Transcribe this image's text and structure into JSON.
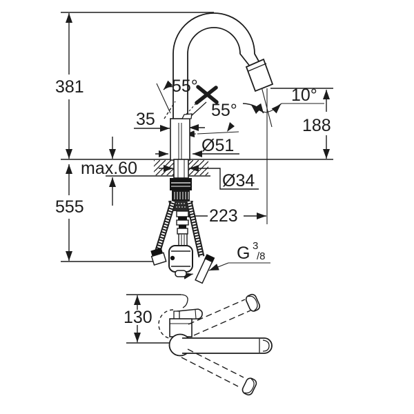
{
  "drawing": {
    "background_color": "#ffffff",
    "line_color": "#1c1c1c",
    "labels": {
      "total_height": "381",
      "under_counter_height": "555",
      "counter_thickness": "max.60",
      "body_width": "35",
      "angle_top": "55°",
      "angle_side": "55°",
      "spray_angle": "10°",
      "spout_outlet_height": "188",
      "base_diameter": "Ø51",
      "hole_diameter": "Ø34",
      "hose_length": "223",
      "thread_g": "G",
      "thread_numerator": "3",
      "thread_denominator": "/8",
      "spout_reach": "130"
    }
  }
}
